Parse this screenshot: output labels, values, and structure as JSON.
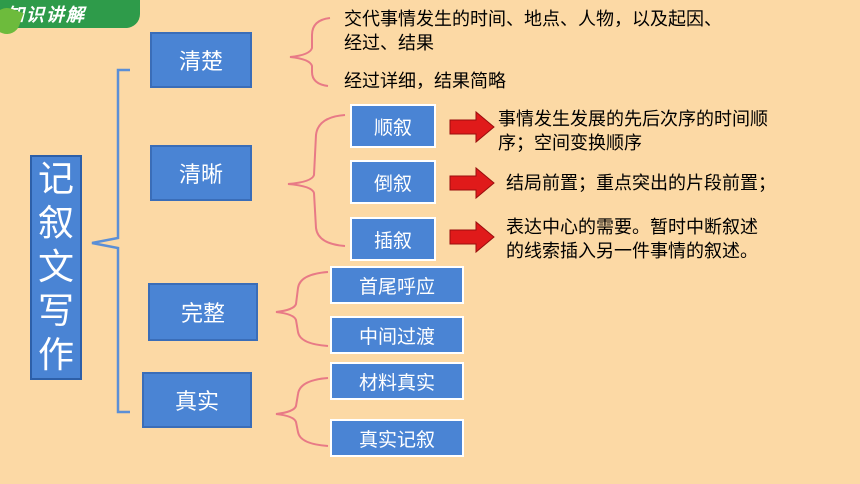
{
  "badge": {
    "label": "知识讲解"
  },
  "main": {
    "title_chars": [
      "记",
      "叙",
      "文",
      "写",
      "作"
    ]
  },
  "branches": {
    "clear": {
      "label": "清楚",
      "notes": [
        "交代事情发生的时间、地点、人物，以及起因、",
        "经过、结果",
        "经过详细，结果简略"
      ]
    },
    "lucid": {
      "label": "清晰",
      "items": [
        {
          "label": "顺叙",
          "desc": [
            "事情发生发展的先后次序的时间顺",
            "序；空间变换顺序"
          ]
        },
        {
          "label": "倒叙",
          "desc": [
            "结局前置；重点突出的片段前置；"
          ]
        },
        {
          "label": "插叙",
          "desc": [
            "表达中心的需要。暂时中断叙述",
            "的线索插入另一件事情的叙述。"
          ]
        }
      ]
    },
    "complete": {
      "label": "完整",
      "items": [
        "首尾呼应",
        "中间过渡"
      ]
    },
    "true": {
      "label": "真实",
      "items": [
        "材料真实",
        "真实记叙"
      ]
    }
  },
  "colors": {
    "background": "#fcd9a5",
    "box": "#4a84d4",
    "brace_blue": "#5b8fd6",
    "brace_pink": "#e87a86",
    "arrow": "#e01a1a"
  }
}
